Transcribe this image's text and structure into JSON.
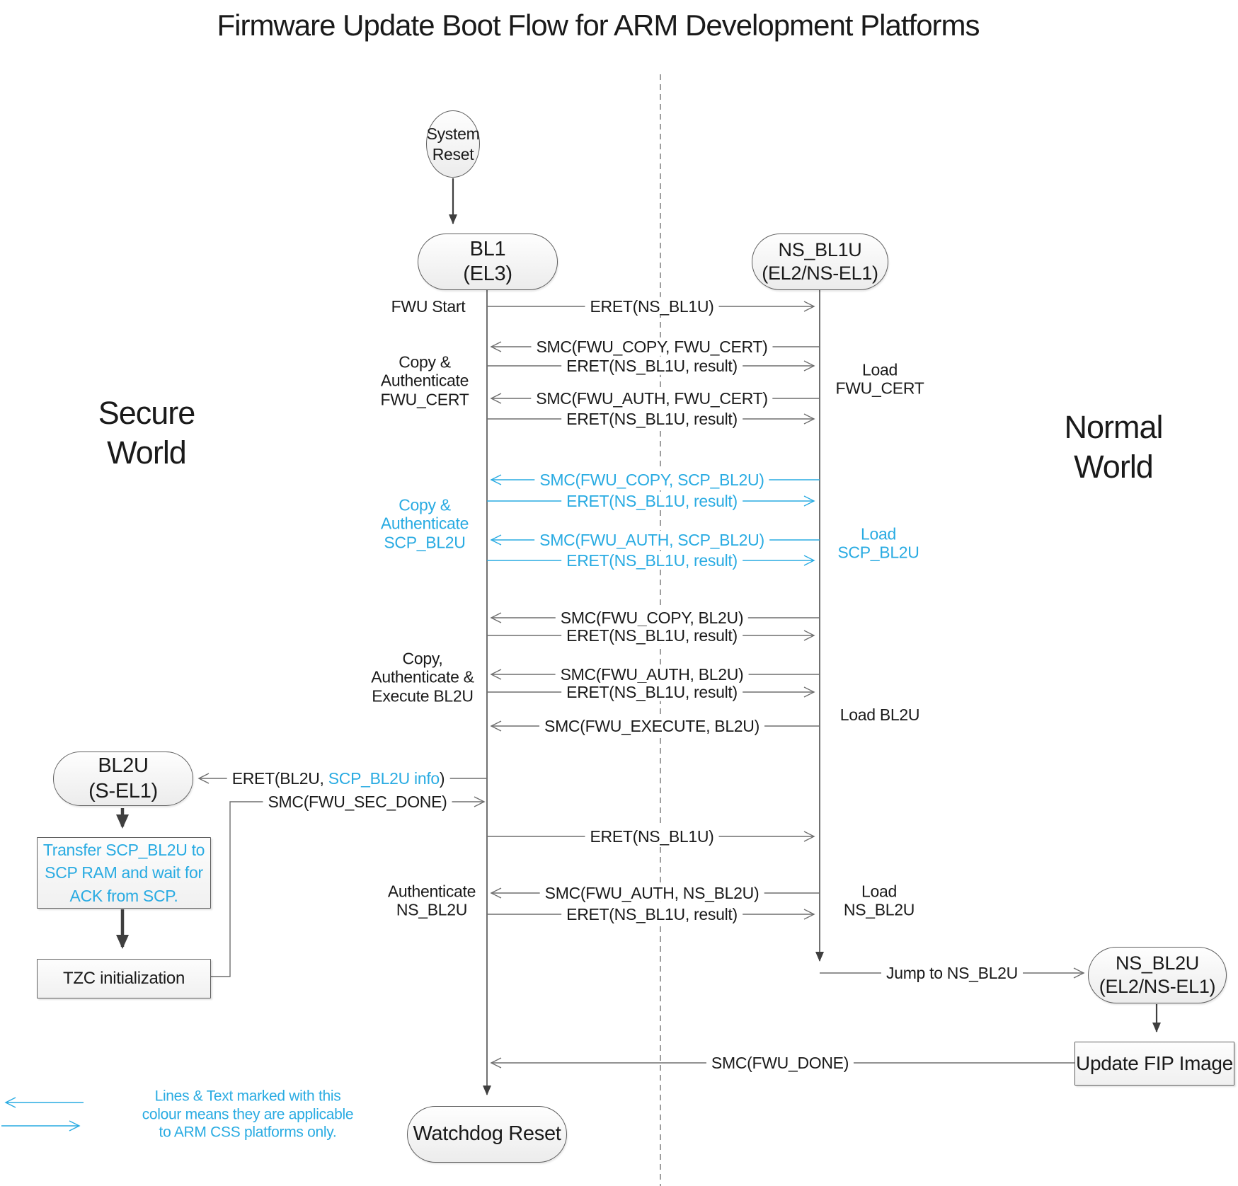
{
  "title": "Firmware Update Boot Flow for ARM Development Platforms",
  "colors": {
    "highlight": "#29ABE2",
    "ink": "#1a1a1a",
    "line": "#6e6e6e"
  },
  "worlds": {
    "secure": "Secure\nWorld",
    "normal": "Normal\nWorld"
  },
  "nodes": {
    "system_reset": "System\nReset",
    "bl1": "BL1\n(EL3)",
    "ns_bl1u": "NS_BL1U\n(EL2/NS-EL1)",
    "bl2u": "BL2U\n(S-EL1)",
    "ns_bl2u": "NS_BL2U\n(EL2/NS-EL1)",
    "transfer_scp_bl2u": "Transfer SCP_BL2U to\nSCP RAM and wait for\nACK from SCP.",
    "tzc_initialization": "TZC initialization",
    "update_fip_image": "Update FIP Image",
    "watchdog_reset": "Watchdog Reset"
  },
  "messages": {
    "eret_ns_bl1u": "ERET(NS_BL1U)",
    "smc_fwu_copy_fwu_cert": "SMC(FWU_COPY, FWU_CERT)",
    "eret_ns_bl1u_result": "ERET(NS_BL1U, result)",
    "smc_fwu_auth_fwu_cert": "SMC(FWU_AUTH, FWU_CERT)",
    "smc_fwu_copy_scp_bl2u": "SMC(FWU_COPY, SCP_BL2U)",
    "smc_fwu_auth_scp_bl2u": "SMC(FWU_AUTH, SCP_BL2U)",
    "smc_fwu_copy_bl2u": "SMC(FWU_COPY, BL2U)",
    "smc_fwu_auth_bl2u": "SMC(FWU_AUTH, BL2U)",
    "smc_fwu_execute_bl2u": "SMC(FWU_EXECUTE, BL2U)",
    "eret_bl2u_prefix": "ERET(BL2U, ",
    "eret_bl2u_highlight": "SCP_BL2U info",
    "eret_bl2u_suffix": ")",
    "smc_fwu_sec_done": "SMC(FWU_SEC_DONE)",
    "smc_fwu_auth_ns_bl2u": "SMC(FWU_AUTH, NS_BL2U)",
    "jump_to_ns_bl2u": "Jump to NS_BL2U",
    "smc_fwu_done": "SMC(FWU_DONE)"
  },
  "annotations": {
    "fwu_start": "FWU Start",
    "copy_auth_fwu_cert": "Copy &\nAuthenticate\nFWU_CERT",
    "load_fwu_cert": "Load\nFWU_CERT",
    "copy_auth_scp_bl2u": "Copy &\nAuthenticate\nSCP_BL2U",
    "load_scp_bl2u": "Load\nSCP_BL2U",
    "copy_auth_exec_bl2u": "Copy,\nAuthenticate &\nExecute BL2U",
    "load_bl2u": "Load BL2U",
    "authenticate_ns_bl2u": "Authenticate\nNS_BL2U",
    "load_ns_bl2u": "Load\nNS_BL2U"
  },
  "legend": {
    "note": "Lines & Text marked with this\ncolour means they are applicable\nto ARM CSS platforms only."
  }
}
